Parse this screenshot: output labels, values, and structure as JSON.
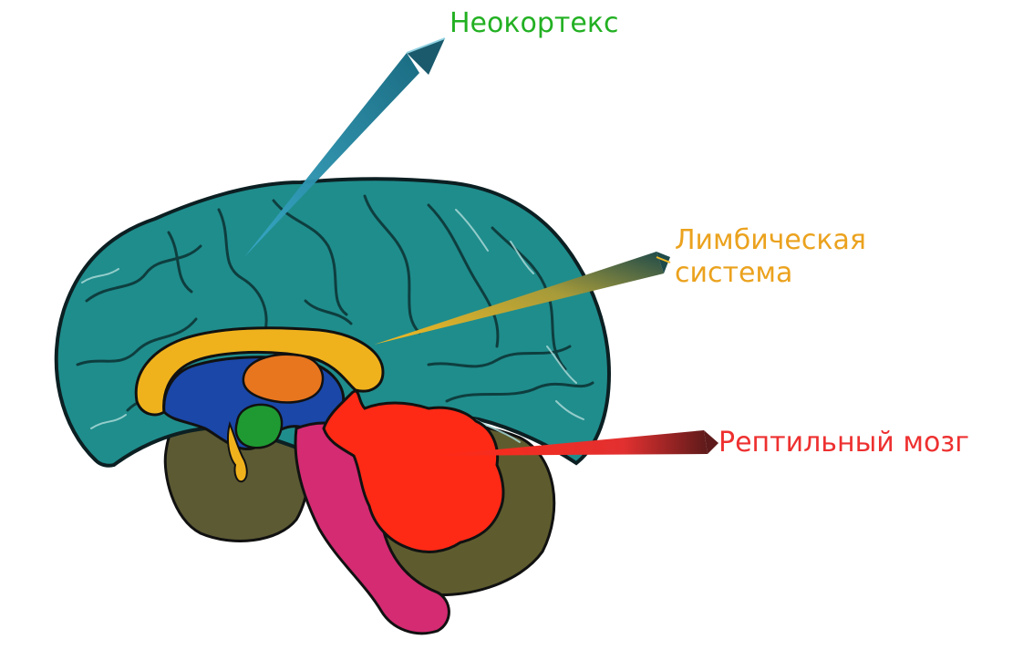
{
  "labels": {
    "neocortex": "Неокортекс",
    "limbic_line1": "Лимбическая",
    "limbic_line2": "система",
    "reptile": "Рептильный мозг"
  },
  "colors": {
    "neocortex_label": "#22b022",
    "limbic_label": "#eba21e",
    "reptile_label": "#ee3030",
    "cortex": "#1f8d8c",
    "cortex_outline": "#0c1f22",
    "sulci": "#0e3e3f",
    "sulci_highlight": "#a8d8d6",
    "limbic_ring": "#f0b21c",
    "limbic_inner": "#1a47a8",
    "thalamus": "#e8761f",
    "amygdala": "#1f9a32",
    "cerebellum": "#5e5c2e",
    "brainstem": "#d42b72",
    "reptile_red": "#ff2a16"
  }
}
